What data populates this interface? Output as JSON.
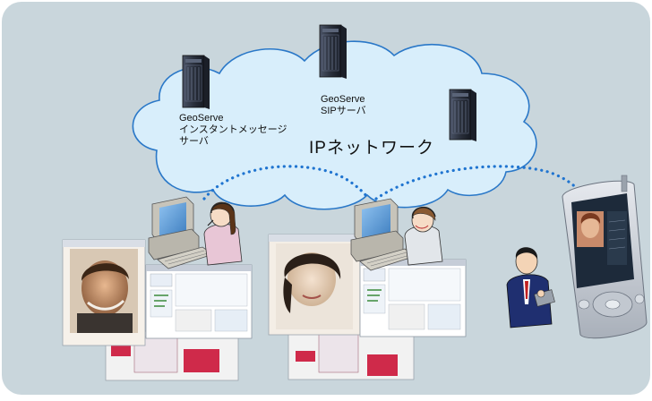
{
  "labels": {
    "im_server_line1": "GeoServe",
    "im_server_line2": "インスタントメッセージ",
    "im_server_line3": "サーバ",
    "sip_server_line1": "GeoServe",
    "sip_server_line2": "SIPサーバ",
    "network_label": "IPネットワーク"
  },
  "colors": {
    "panel_background": "#c9d6dc",
    "cloud_fill": "#d8eefb",
    "cloud_stroke": "#2a78c8",
    "connection_dots": "#1f74d0",
    "server_body": "#2c3240"
  }
}
